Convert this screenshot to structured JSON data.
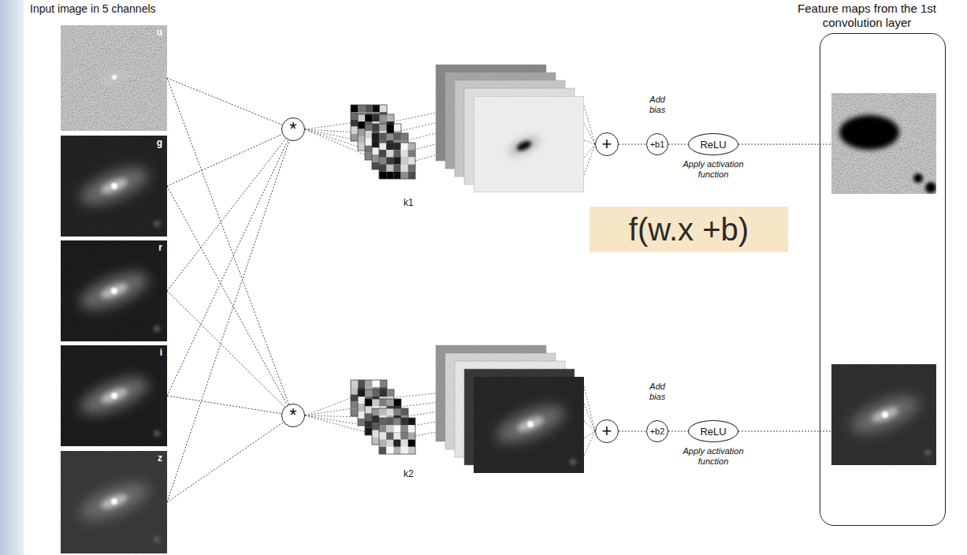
{
  "diagram": {
    "nodes": [
      {
        "text": [
          "u"
        ]
      },
      {
        "text": [
          "g"
        ]
      },
      {
        "text": [
          "r"
        ]
      },
      {
        "text": [
          "i"
        ]
      },
      {
        "text": [
          "z"
        ]
      },
      {
        "text": [
          "*"
        ]
      },
      {
        "text": [
          "+"
        ]
      },
      {
        "text": [
          "+b1"
        ]
      },
      {
        "text": [
          "ReLU"
        ]
      },
      {
        "text": [
          "f(w.x +b)"
        ]
      },
      {
        "text": [
          "Feature maps from the 1st convolution layer"
        ]
      },
      {
        "text": [
          "*"
        ]
      },
      {
        "text": [
          "+"
        ]
      },
      {
        "text": [
          "+b2"
        ]
      },
      {
        "text": [
          "ReLU"
        ]
      }
    ],
    "edges": [
      {
        "from": 0,
        "to": 5,
        "arrow": "none"
      },
      {
        "from": 1,
        "to": 5,
        "arrow": "none"
      },
      {
        "from": 2,
        "to": 5,
        "arrow": "none"
      },
      {
        "from": 3,
        "to": 5,
        "arrow": "none"
      },
      {
        "from": 4,
        "to": 5,
        "arrow": "none"
      },
      {
        "from": 0,
        "to": 11,
        "arrow": "none"
      },
      {
        "from": 1,
        "to": 11,
        "arrow": "none"
      },
      {
        "from": 2,
        "to": 11,
        "arrow": "none"
      },
      {
        "from": 3,
        "to": 11,
        "arrow": "none"
      },
      {
        "from": 4,
        "to": 11,
        "arrow": "none"
      },
      {
        "from": 6,
        "to": 7,
        "arrow": "none"
      },
      {
        "from": 7,
        "to": 8,
        "arrow": "none"
      },
      {
        "from": 8,
        "to": 10,
        "arrow": "none"
      },
      {
        "from": 12,
        "to": 13,
        "arrow": "none"
      },
      {
        "from": 13,
        "to": 14,
        "arrow": "none"
      },
      {
        "from": 14,
        "to": 10,
        "arrow": "none"
      }
    ],
    "labels": [
      "Input image in 5 channels",
      "k1",
      "Add bias",
      "Apply activation function",
      "k2",
      "Add bias",
      "Apply activation function"
    ]
  }
}
